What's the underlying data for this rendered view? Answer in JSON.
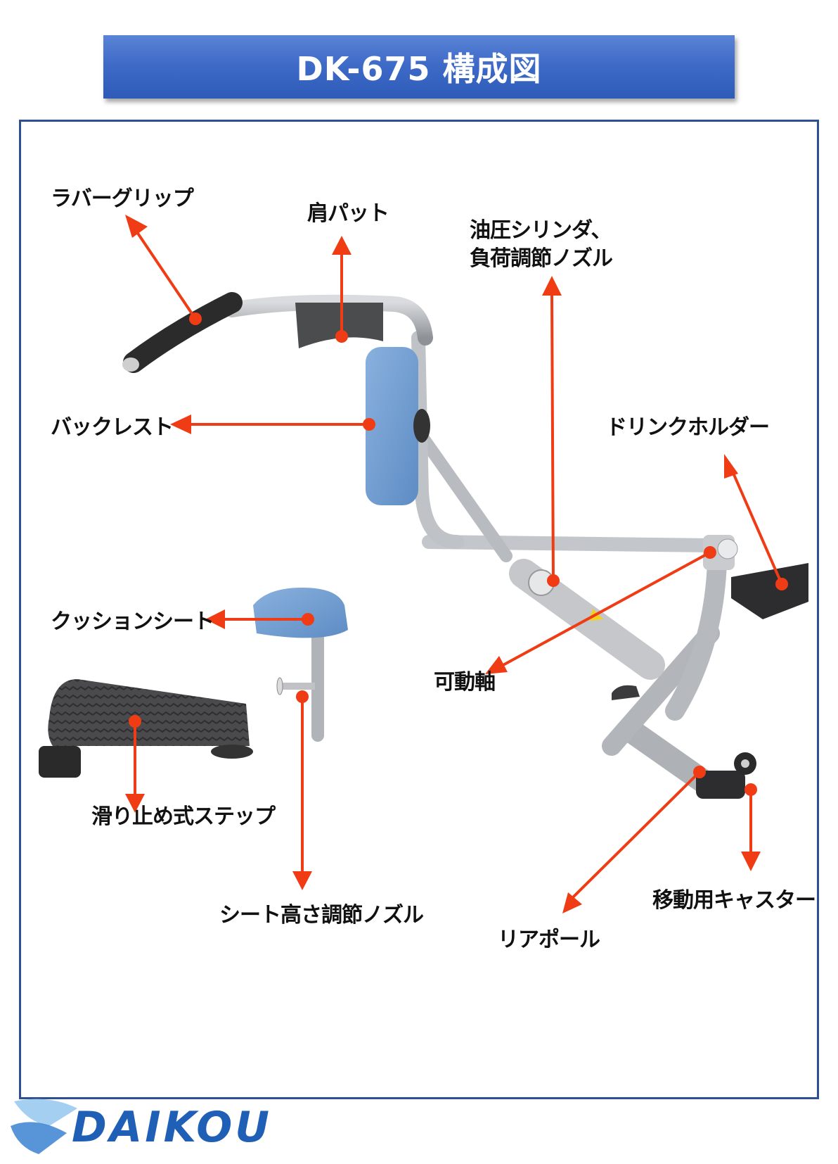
{
  "header": {
    "title": "DK-675 構成図"
  },
  "labels": {
    "rubber_grip": "ラバーグリップ",
    "shoulder_pad": "肩パット",
    "hydraulic_cylinder_line1": "油圧シリンダ、",
    "hydraulic_cylinder_line2": "負荷調節ノズル",
    "backrest": "バックレスト",
    "drink_holder": "ドリンクホルダー",
    "cushion_seat": "クッションシート",
    "movable_axis": "可動軸",
    "non_slip_step": "滑り止め式ステップ",
    "seat_height_nozzle": "シート高さ調節ノズル",
    "moving_caster": "移動用キャスター",
    "rear_pole": "リアポール"
  },
  "colors": {
    "title_bar": "#3f6bc8",
    "frame_border": "#2f4f93",
    "callout": "#f03c14",
    "seat_blue": "#6f9bd0",
    "metal": "#b9bcc0",
    "rubber": "#2b2b2b",
    "logo": "#1f5fb5"
  },
  "logo": {
    "text": "DAIKOU"
  }
}
